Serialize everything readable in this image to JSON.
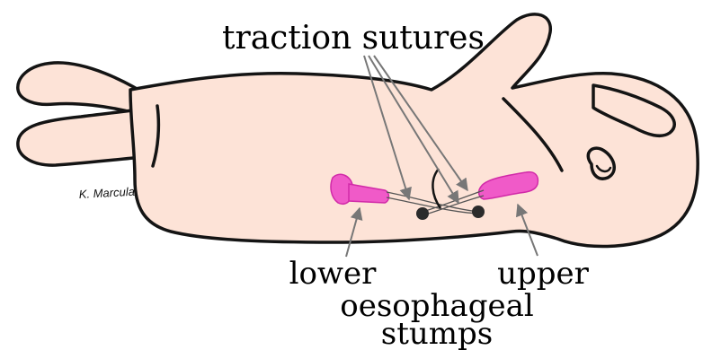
{
  "labels": {
    "top": "traction sutures",
    "lower": "lower",
    "upper": "upper",
    "stumps_line1": "oesophageal",
    "stumps_line2": "stumps"
  },
  "signature": "K. Marcula",
  "colors": {
    "skin": "#fde3d7",
    "outline": "#141414",
    "stump": "#f05ac8",
    "stump_dark": "#d12aa8",
    "arrow": "#777777",
    "knot": "#2b2b2b"
  }
}
